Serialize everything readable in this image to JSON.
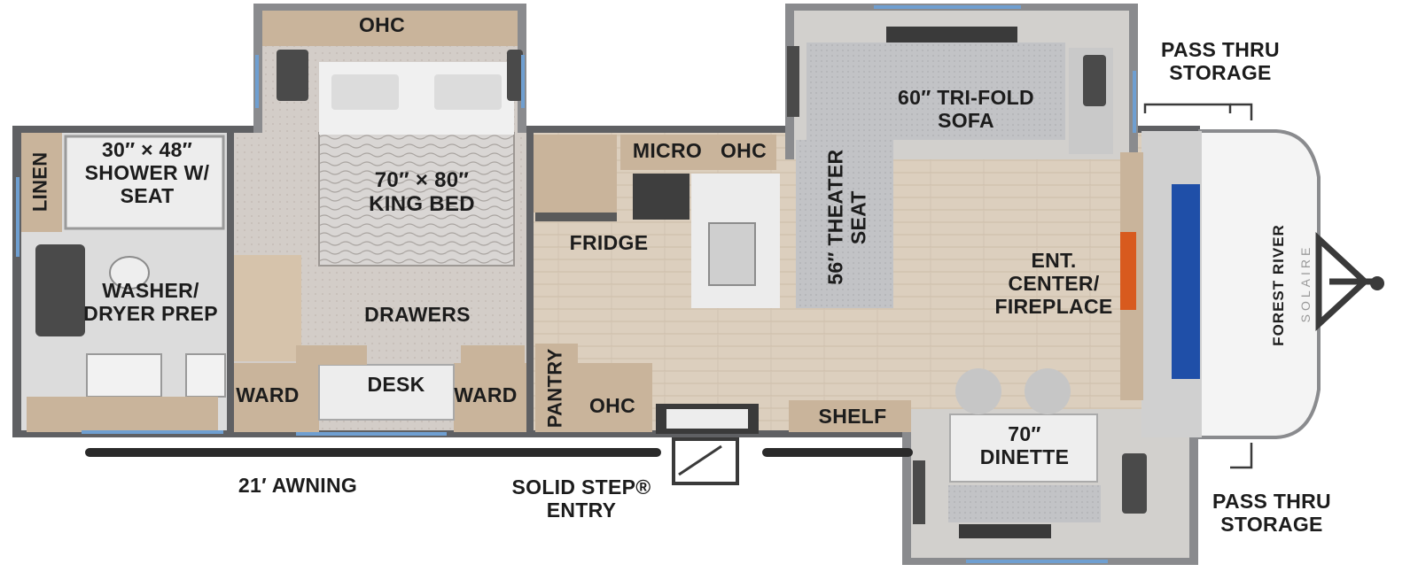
{
  "brand": {
    "name": "FOREST RIVER",
    "model": "SOLAIRE"
  },
  "labels": {
    "ohc_bedroom": "OHC",
    "shower": "30″ × 48″\nSHOWER W/\nSEAT",
    "linen": "LINEN",
    "washer": "WASHER/\nDRYER PREP",
    "king_bed": "70″ × 80″\nKING BED",
    "drawers": "DRAWERS",
    "ward_left": "WARD",
    "desk": "DESK",
    "ward_right": "WARD",
    "pantry": "PANTRY",
    "ohc_kitchen": "OHC",
    "fridge": "FRIDGE",
    "micro": "MICRO",
    "ohc_micro": "OHC",
    "theater_seat": "56″ THEATER\nSEAT",
    "sofa": "60″ TRI-FOLD\nSOFA",
    "pass_thru_top": "PASS THRU\nSTORAGE",
    "ent_center": "ENT.\nCENTER/\nFIREPLACE",
    "shelf": "SHELF",
    "dinette": "70″\nDINETTE",
    "pass_thru_bottom": "PASS THRU\nSTORAGE",
    "awning": "21′ AWNING",
    "entry": "SOLID STEP®\nENTRY"
  },
  "colors": {
    "wall": "#5f6063",
    "slide_wall": "#8a8b8e",
    "floor": "#d8cbb8",
    "cabinet": "#c9b49b",
    "carpet": "#cfc9c4",
    "sofa": "#b9babc",
    "window": "#6f9fd1",
    "counter": "#ececec"
  }
}
